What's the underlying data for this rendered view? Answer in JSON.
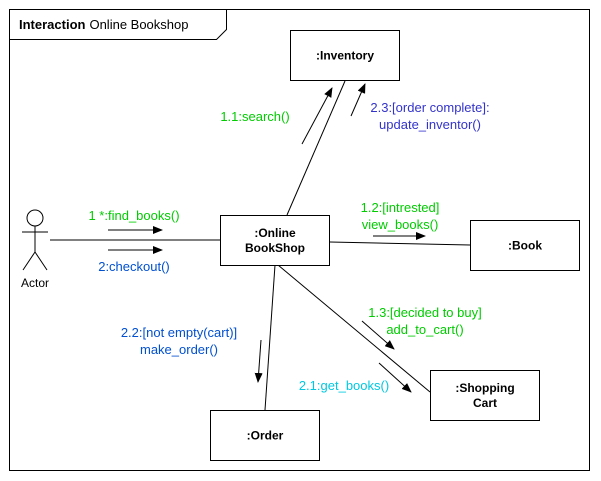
{
  "frame": {
    "keyword": "Interaction",
    "title": "Online Bookshop"
  },
  "actor": {
    "label": "Actor"
  },
  "objects": {
    "inventory": ":Inventory",
    "bookshop_line1": ":Online",
    "bookshop_line2": "BookShop",
    "book": ":Book",
    "cart_line1": ":Shopping",
    "cart_line2": "Cart",
    "order": ":Order"
  },
  "messages": {
    "find_books": "1 *:find_books()",
    "checkout": "2:checkout()",
    "search": "1.1:search()",
    "update_line1": "2.3:[order complete]:",
    "update_line2": "update_inventor()",
    "view_line1": "1.2:[intrested]",
    "view_line2": "view_books()",
    "add_line1": "1.3:[decided to buy]",
    "add_line2": "add_to_cart()",
    "get_books": "2.1:get_books()",
    "make_line1": "2.2:[not empty(cart)]",
    "make_line2": "make_order()"
  },
  "colors": {
    "stroke": "#000000",
    "green": "#00cc00",
    "blue": "#0050d0",
    "purple": "#3333cc",
    "cyan": "#00c8e0"
  }
}
